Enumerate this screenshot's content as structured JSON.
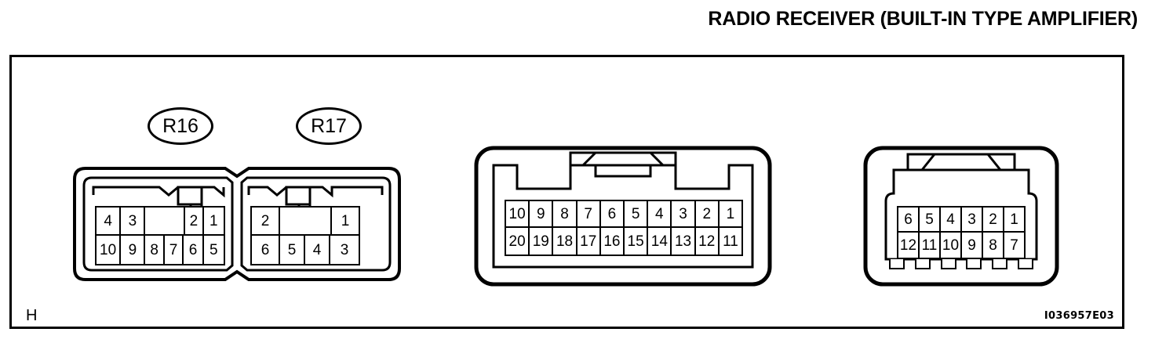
{
  "title": "RADIO RECEIVER (BUILT-IN TYPE AMPLIFIER)",
  "frame": {
    "corner_letter": "H",
    "reference_code": "I036957E03"
  },
  "connectors": [
    {
      "id": "R16",
      "tag_label": "R16",
      "pin_count": 10,
      "columns": 6,
      "rows": [
        [
          "4",
          "3",
          "",
          "",
          "2",
          "1"
        ],
        [
          "10",
          "9",
          "8",
          "7",
          "6",
          "5"
        ]
      ]
    },
    {
      "id": "R17",
      "tag_label": "R17",
      "pin_count": 6,
      "columns": 4,
      "rows": [
        [
          "2",
          "",
          "",
          "1"
        ],
        [
          "6",
          "5",
          "4",
          "3"
        ]
      ]
    },
    {
      "id": "C20",
      "tag_label": "",
      "pin_count": 20,
      "columns": 10,
      "rows": [
        [
          "10",
          "9",
          "8",
          "7",
          "6",
          "5",
          "4",
          "3",
          "2",
          "1"
        ],
        [
          "20",
          "19",
          "18",
          "17",
          "16",
          "15",
          "14",
          "13",
          "12",
          "11"
        ]
      ]
    },
    {
      "id": "C12",
      "tag_label": "",
      "pin_count": 12,
      "columns": 6,
      "rows": [
        [
          "6",
          "5",
          "4",
          "3",
          "2",
          "1"
        ],
        [
          "12",
          "11",
          "10",
          "9",
          "8",
          "7"
        ]
      ]
    }
  ],
  "colors": {
    "line": "#000000",
    "background": "#ffffff"
  }
}
